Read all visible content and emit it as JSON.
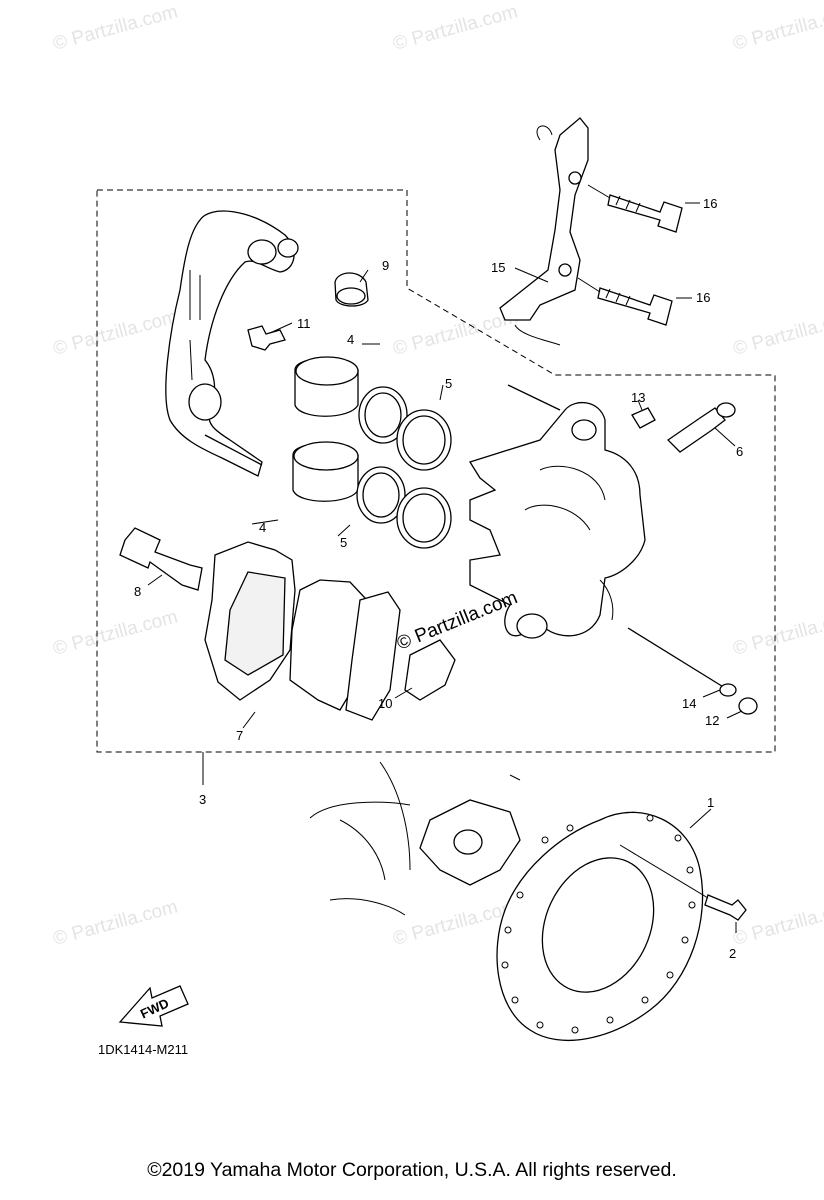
{
  "watermark": "© Partzilla.com",
  "center_watermark": "© Partzilla.com",
  "diagram_code": "1DK1414-M211",
  "fwd_label": "FWD",
  "copyright": "©2019  Yamaha Motor Corporation, U.S.A. All rights reserved.",
  "callouts": {
    "c1": "1",
    "c2": "2",
    "c3": "3",
    "c4a": "4",
    "c4b": "4",
    "c5a": "5",
    "c5b": "5",
    "c6": "6",
    "c7": "7",
    "c8": "8",
    "c9": "9",
    "c10": "10",
    "c11": "11",
    "c12": "12",
    "c13": "13",
    "c14": "14",
    "c15": "15",
    "c16a": "16",
    "c16b": "16"
  }
}
